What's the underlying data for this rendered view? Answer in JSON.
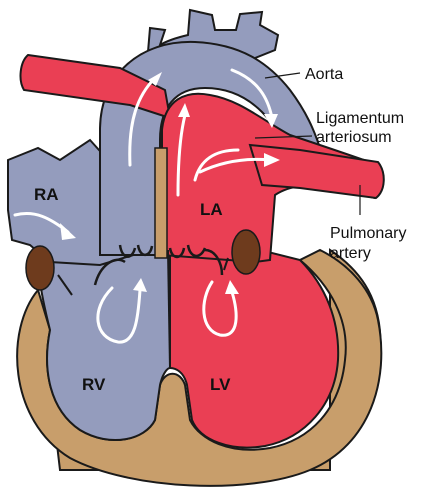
{
  "labels": {
    "aorta": "Aorta",
    "ligamentum_line1": "Ligamentum",
    "ligamentum_line2": "arteriosum",
    "pulmonary_line1": "Pulmonary",
    "pulmonary_line2": "artery"
  },
  "chambers": {
    "ra": "RA",
    "la": "LA",
    "rv": "RV",
    "lv": "LV"
  },
  "colors": {
    "deoxygenated": "#949cbd",
    "oxygenated": "#ea3f54",
    "myocardium": "#c89e6b",
    "valve_ring": "#6e3b1d",
    "flow_arrow": "#ffffff",
    "outline": "#1a1a1a"
  }
}
